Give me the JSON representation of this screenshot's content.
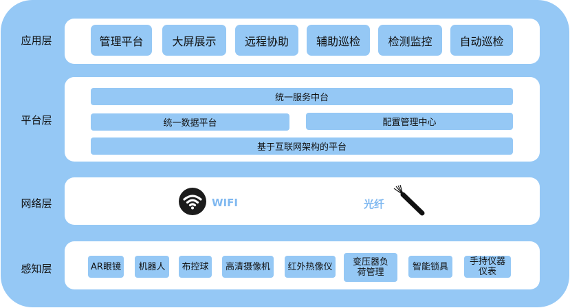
{
  "layers": {
    "app": {
      "label": "应用层",
      "items": [
        "管理平台",
        "大屏展示",
        "远程协助",
        "辅助巡检",
        "检测监控",
        "自动巡检"
      ]
    },
    "platform": {
      "label": "平台层",
      "unified_service": "统一服务中台",
      "unified_data": "统一数据平台",
      "config_center": "配置管理中心",
      "internet_base": "基于互联网架构的平台"
    },
    "network": {
      "label": "网络层",
      "wifi": "WIFI",
      "fiber": "光纤",
      "wifi_icon": "wifi-icon",
      "fiber_icon": "fiber-cable-icon"
    },
    "sensing": {
      "label": "感知层",
      "items": [
        "AR眼镜",
        "机器人",
        "布控球",
        "高清摄像机",
        "红外热像仪",
        "变压器负\n荷管理",
        "智能锁具",
        "手持仪器\n仪表"
      ]
    }
  },
  "colors": {
    "frame": "#95c8f5",
    "panel": "#ffffff",
    "chip": "#95c8f5",
    "network_text": "#7fb8f0"
  }
}
